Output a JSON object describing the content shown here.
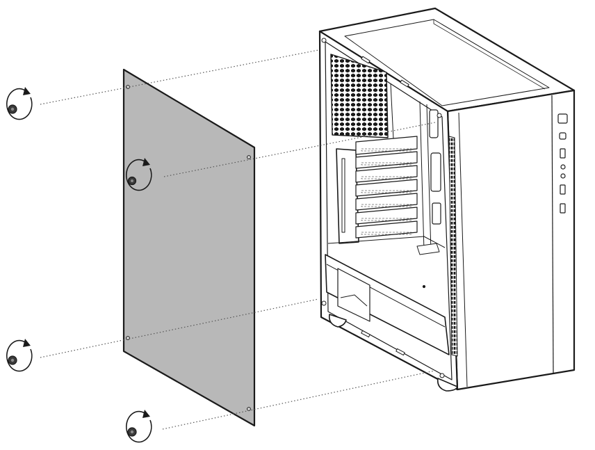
{
  "diagram": {
    "kind": "exploded-assembly-illustration",
    "subject": "pc-case-side-panel-removal",
    "screw_count": 4,
    "rotation_indicator": "counter-clockwise",
    "colors": {
      "line": "#1a1a1a",
      "panel_fill": "#b8b8b8",
      "case_fill": "#ffffff",
      "screw_fill": "#3a3a3a",
      "guide_line": "#555555"
    }
  }
}
